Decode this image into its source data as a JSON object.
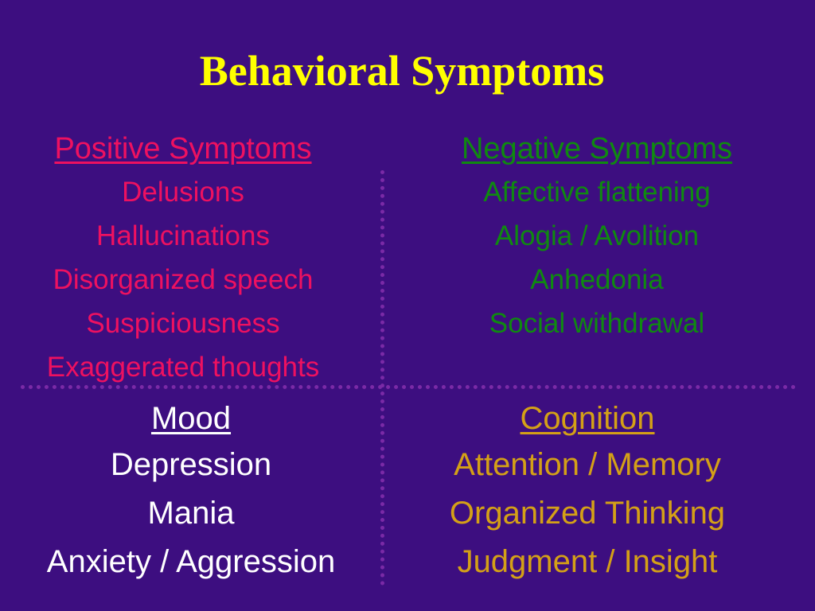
{
  "slide": {
    "title": "Behavioral Symptoms",
    "positive": {
      "heading": "Positive Symptoms",
      "items": [
        "Delusions",
        "Hallucinations",
        "Disorganized speech",
        "Suspiciousness",
        "Exaggerated thoughts"
      ]
    },
    "negative": {
      "heading": "Negative Symptoms",
      "items": [
        "Affective flattening",
        "Alogia / Avolition",
        "Anhedonia",
        "Social withdrawal"
      ]
    },
    "mood": {
      "heading": "Mood",
      "items": [
        "Depression",
        "Mania",
        "Anxiety / Aggression"
      ]
    },
    "cognition": {
      "heading": "Cognition",
      "items": [
        "Attention / Memory",
        "Organized Thinking",
        "Judgment / Insight"
      ]
    }
  },
  "colors": {
    "background": "#3d0e80",
    "title": "#ffff00",
    "positive": "#ee1160",
    "negative": "#0f8a10",
    "mood": "#ffffff",
    "cognition": "#d4a017",
    "divider": "#7a2aa6"
  }
}
